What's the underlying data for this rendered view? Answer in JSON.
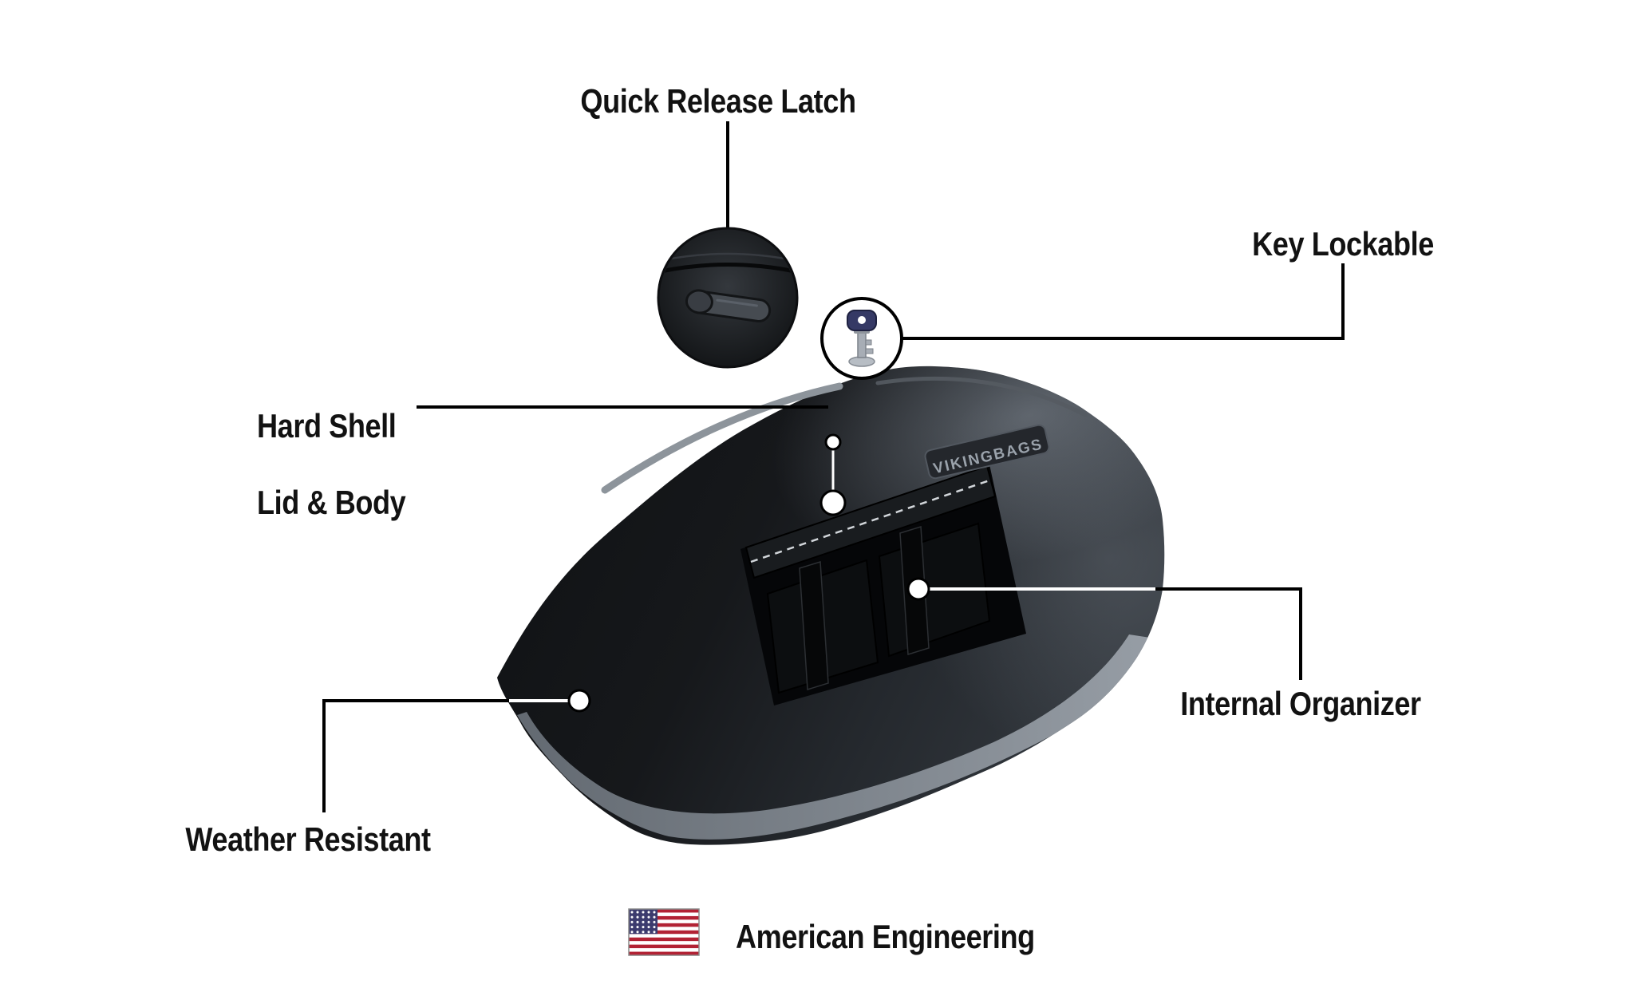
{
  "labels": {
    "quick_release_latch": "Quick Release Latch",
    "key_lockable": "Key Lockable",
    "hard_shell_line1": "Hard Shell",
    "hard_shell_line2": "Lid & Body",
    "internal_organizer": "Internal Organizer",
    "weather_resistant": "Weather Resistant",
    "american_engineering": "American Engineering"
  },
  "product": {
    "brand_logo": "VIKINGBAGS"
  },
  "icons": {
    "flag": "us-flag-icon",
    "latch_inset": "quick-release-latch-zoom",
    "key_inset": "key-lock-zoom"
  },
  "colors": {
    "background": "#ffffff",
    "callout_line": "#000000",
    "label_text": "#121212",
    "bag_dark": "#131518",
    "bag_sheen": "#3a4046",
    "accent_gray": "#8d949b",
    "flag_red": "#b22234",
    "flag_blue": "#3c3b6e"
  }
}
